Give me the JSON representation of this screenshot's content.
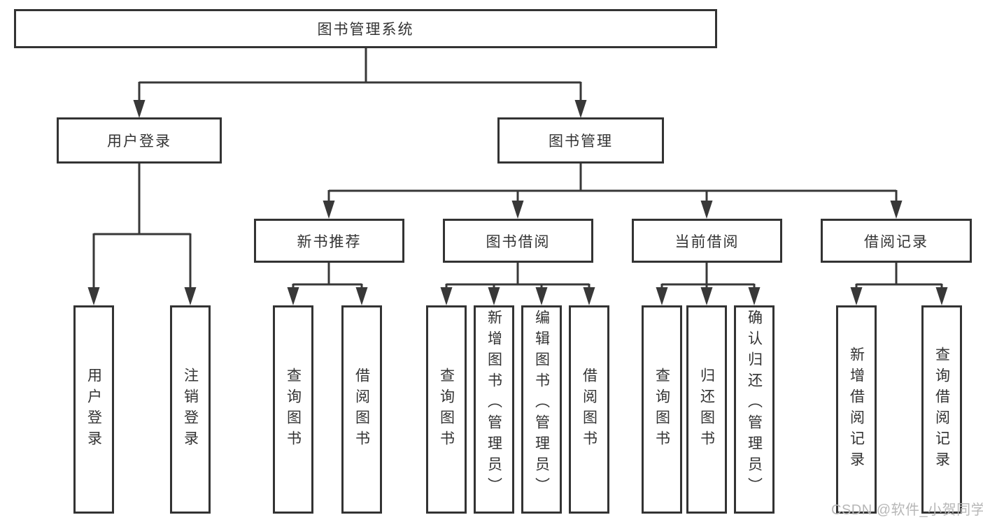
{
  "diagram": {
    "root": {
      "label": "图书管理系统"
    },
    "level1": [
      {
        "label": "用户登录"
      },
      {
        "label": "图书管理"
      }
    ],
    "level2": [
      {
        "label": "新书推荐"
      },
      {
        "label": "图书借阅"
      },
      {
        "label": "当前借阅"
      },
      {
        "label": "借阅记录"
      }
    ],
    "leaves": [
      {
        "label": "用户登录"
      },
      {
        "label": "注销登录"
      },
      {
        "label": "查询图书"
      },
      {
        "label": "借阅图书"
      },
      {
        "label": "查询图书"
      },
      {
        "label": "新增图书（管理员）"
      },
      {
        "label": "编辑图书（管理员）"
      },
      {
        "label": "借阅图书"
      },
      {
        "label": "查询图书"
      },
      {
        "label": "归还图书"
      },
      {
        "label": "确认归还（管理员）"
      },
      {
        "label": "新增借阅记录"
      },
      {
        "label": "查询借阅记录"
      }
    ]
  },
  "watermark": {
    "text": "CSDN @软件_小贺同学"
  },
  "colors": {
    "line": "#383838",
    "border": "#333333",
    "text": "#333333",
    "background": "#ffffff",
    "watermark": "#b7b7b7"
  }
}
